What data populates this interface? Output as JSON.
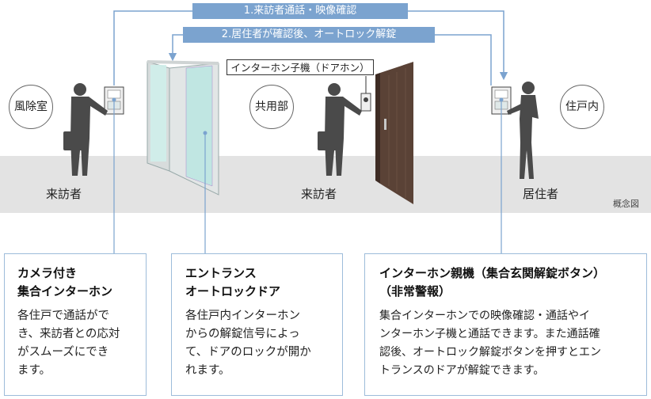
{
  "banners": {
    "step1": "1.来訪者通話・映像確認",
    "step2": "2.居住者が確認後、オートロック解錠"
  },
  "zones": {
    "wind_room": "風除室",
    "common_area": "共用部",
    "inside_unit": "住戸内"
  },
  "people": {
    "visitor_left": "来訪者",
    "visitor_center": "来訪者",
    "resident": "居住者"
  },
  "door_label": "インターホン子機（ドアホン）",
  "concept_note": "概念図",
  "callouts": [
    {
      "title_lines": [
        "カメラ付き",
        "集合インターホン"
      ],
      "body_lines": [
        "各住戸で通話がで",
        "き、来訪者との応対",
        "がスムーズにでき",
        "ます。"
      ]
    },
    {
      "title_lines": [
        "エントランス",
        "オートロックドア"
      ],
      "body_lines": [
        "各住戸内インターホン",
        "からの解錠信号によっ",
        "て、ドアのロックが開か",
        "れます。"
      ]
    },
    {
      "title_lines": [
        "インターホン親機（集合玄関解錠ボタン）",
        "（非常警報）"
      ],
      "body_lines": [
        "集合インターホンでの映像確認・通話やイ",
        "ンターホン子機と通話できます。また通話確",
        "認後、オートロック解錠ボタンを押すとエン",
        "トランスのドアが解錠できます。"
      ]
    }
  ],
  "colors": {
    "banner": "#7ba3cf",
    "connector": "#7ba3cf",
    "floor": "#e3e3e3",
    "silhouette": "#4a4a4a",
    "door": "#5a4236",
    "glass": "#bfe3e0"
  }
}
